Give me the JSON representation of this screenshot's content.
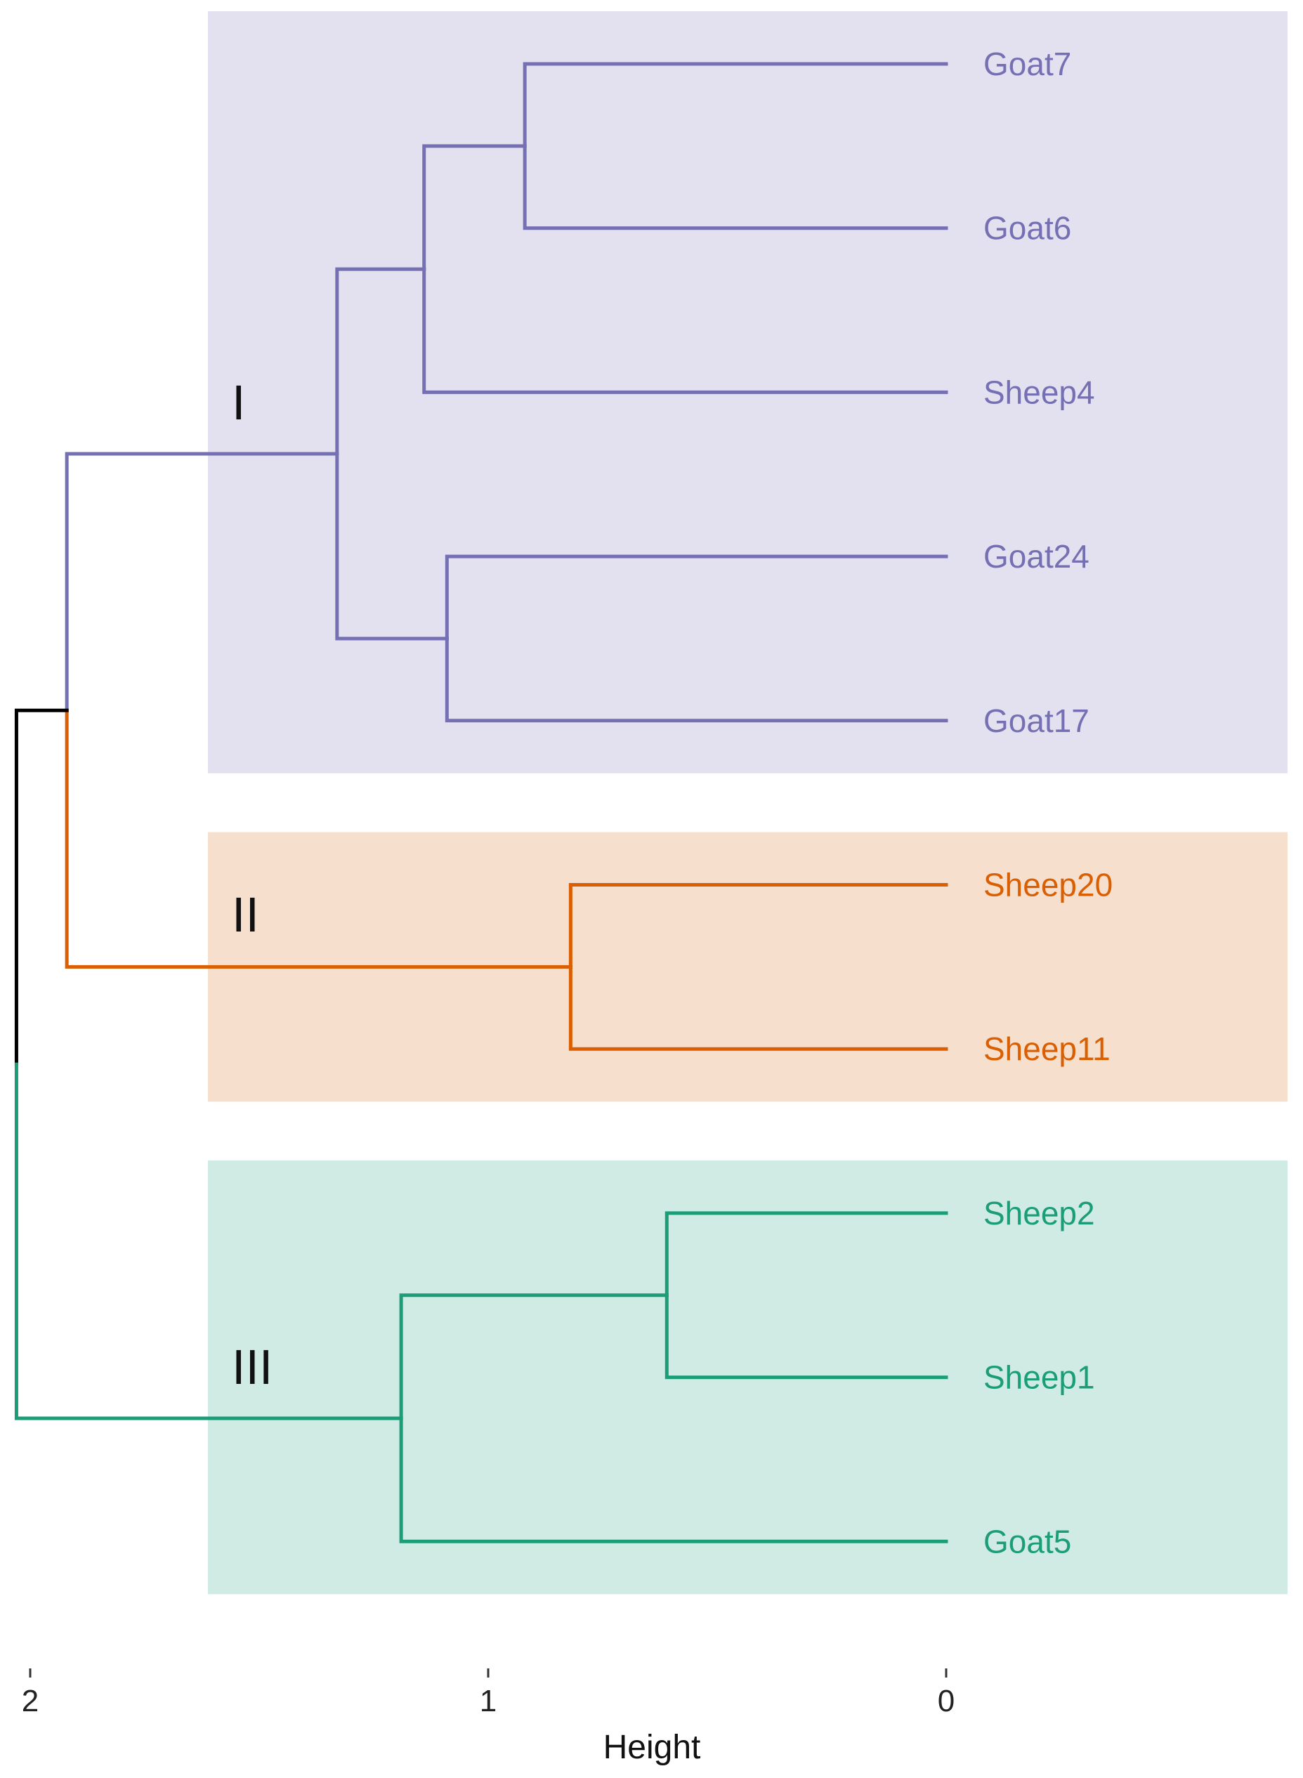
{
  "chart_data": {
    "type": "dendrogram",
    "xlabel": "Height",
    "x_axis_ticks": [
      "2",
      "1",
      "0"
    ],
    "xlim": [
      2,
      0
    ],
    "leaves": [
      {
        "label": "Goat7",
        "cluster": "I"
      },
      {
        "label": "Goat6",
        "cluster": "I"
      },
      {
        "label": "Sheep4",
        "cluster": "I"
      },
      {
        "label": "Goat24",
        "cluster": "I"
      },
      {
        "label": "Goat17",
        "cluster": "I"
      },
      {
        "label": "Sheep20",
        "cluster": "II"
      },
      {
        "label": "Sheep11",
        "cluster": "II"
      },
      {
        "label": "Sheep2",
        "cluster": "III"
      },
      {
        "label": "Sheep1",
        "cluster": "III"
      },
      {
        "label": "Goat5",
        "cluster": "III"
      }
    ],
    "merges": [
      {
        "children": [
          "Goat7",
          "Goat6"
        ],
        "height": 0.92
      },
      {
        "children": [
          "Goat7+Goat6",
          "Sheep4"
        ],
        "height": 1.14
      },
      {
        "children": [
          "Goat24",
          "Goat17"
        ],
        "height": 1.09
      },
      {
        "children": [
          "Goat7+Goat6+Sheep4",
          "Goat24+Goat17"
        ],
        "height": 1.33
      },
      {
        "children": [
          "Sheep20",
          "Sheep11"
        ],
        "height": 0.82
      },
      {
        "children": [
          "Sheep2",
          "Sheep1"
        ],
        "height": 0.61
      },
      {
        "children": [
          "Sheep2+Sheep1",
          "Goat5"
        ],
        "height": 1.19
      },
      {
        "children": [
          "I",
          "II"
        ],
        "height": 1.92
      },
      {
        "children": [
          "I+II",
          "III"
        ],
        "height": 2.03
      }
    ],
    "clusters": [
      {
        "id": "I",
        "label": "I",
        "color": "#7570b3",
        "background": "#e3e1ef"
      },
      {
        "id": "II",
        "label": "II",
        "color": "#d95f02",
        "background": "#f7dfcd"
      },
      {
        "id": "III",
        "label": "III",
        "color": "#1b9e77",
        "background": "#d0ebe3"
      }
    ],
    "root_color": "#000000",
    "grid": false,
    "legend": "none"
  }
}
